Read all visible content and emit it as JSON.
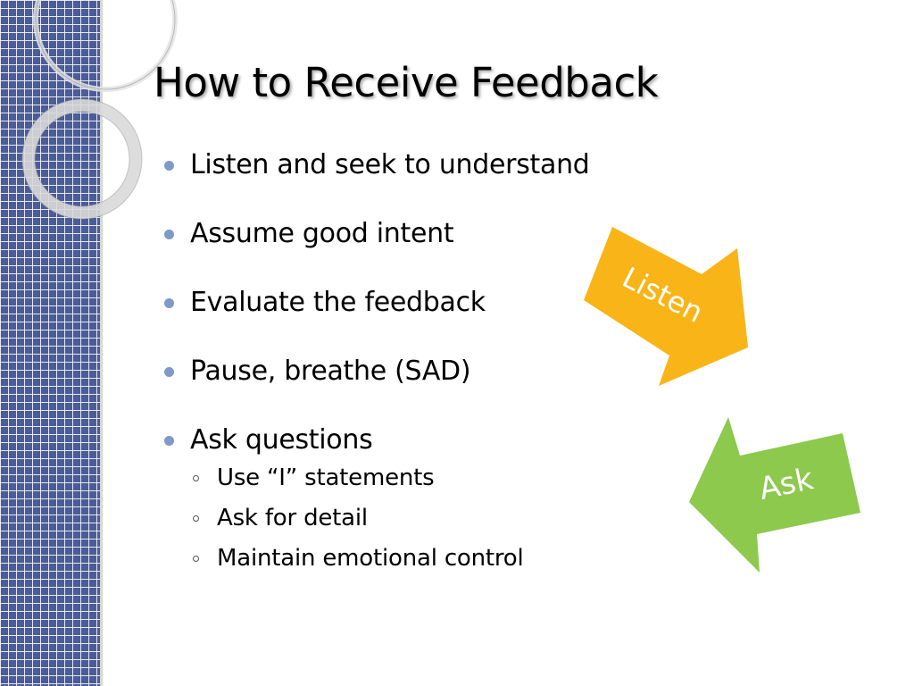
{
  "slide": {
    "title": "How to Receive Feedback",
    "bullets": [
      {
        "text": "Listen and seek to understand"
      },
      {
        "text": "Assume good intent"
      },
      {
        "text": "Evaluate the feedback"
      },
      {
        "text": "Pause, breathe (SAD)"
      },
      {
        "text": "Ask questions",
        "sub": [
          "Use “I” statements",
          "Ask for detail",
          "Maintain emotional control"
        ]
      }
    ],
    "arrows": {
      "listen": {
        "label": "Listen",
        "color": "#f9b418"
      },
      "ask": {
        "label": "Ask",
        "color": "#8cc94c"
      }
    }
  },
  "theme": {
    "band_color": "#4a5c9a",
    "bullet_color": "#7f99c8"
  }
}
